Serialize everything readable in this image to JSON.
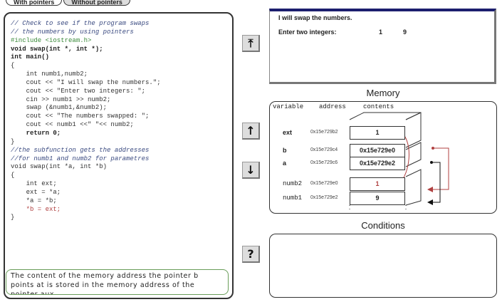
{
  "tabs": [
    {
      "label": "With pointers"
    },
    {
      "label": "Without pointers"
    }
  ],
  "code": [
    {
      "text": "// Check to see if the program swaps",
      "style": "c"
    },
    {
      "text": "// the numbers by using pointers",
      "style": "c"
    },
    {
      "text": "#include <iostream.h>",
      "style": "p"
    },
    {
      "text": "void swap(int *, int *);",
      "style": "b"
    },
    {
      "text": "int main()",
      "style": "b"
    },
    {
      "text": "{",
      "style": ""
    },
    {
      "text": "    int numb1,numb2;",
      "style": ""
    },
    {
      "text": "    cout << \"I will swap the numbers.\";",
      "style": ""
    },
    {
      "text": "    cout << \"Enter two integers: \";",
      "style": ""
    },
    {
      "text": "    cin >> numb1 >> numb2;",
      "style": ""
    },
    {
      "text": "    swap (&numb1,&numb2);",
      "style": ""
    },
    {
      "text": "    cout << \"The numbers swapped: \";",
      "style": ""
    },
    {
      "text": "    cout << numb1 <<\" \"<< numb2;",
      "style": ""
    },
    {
      "text": "    return 0;",
      "style": "b"
    },
    {
      "text": "}",
      "style": ""
    },
    {
      "text": "//the subfunction gets the addresses",
      "style": "c"
    },
    {
      "text": "//for numb1 and numb2 for parametres",
      "style": "c"
    },
    {
      "text": "void swap(int *a, int *b)",
      "style": ""
    },
    {
      "text": "{",
      "style": ""
    },
    {
      "text": "    int ext;",
      "style": ""
    },
    {
      "text": "    ext = *a;",
      "style": ""
    },
    {
      "text": "    *a = *b;",
      "style": ""
    },
    {
      "text": "    *b = ext;",
      "style": "r"
    },
    {
      "text": "}",
      "style": ""
    }
  ],
  "description": "The content of the memory address the pointer b points at is stored in the memory address of the pointer aux.",
  "buttons": {
    "top": "⤒",
    "up": "↑",
    "down": "↓",
    "help": "?"
  },
  "console": {
    "line1": "I will swap the numbers.",
    "line2_label": "Enter two integers:",
    "input1": "1",
    "input2": "9"
  },
  "memory": {
    "title": "Memory",
    "headers": {
      "variable": "variable",
      "address": "address",
      "contents": "contents"
    },
    "rows": [
      {
        "variable": "ext",
        "address": "0x15e729b2",
        "contents": "1"
      },
      {
        "variable": "b",
        "address": "0x15e729c4",
        "contents": "0x15e729e0"
      },
      {
        "variable": "a",
        "address": "0x15e729c6",
        "contents": "0x15e729e2"
      },
      {
        "variable": "numb2",
        "address": "0x15e729e0",
        "contents": "1"
      },
      {
        "variable": "numb1",
        "address": "0x15e729e2",
        "contents": "9"
      }
    ]
  },
  "conditions": {
    "title": "Conditions"
  },
  "colors": {
    "highlight": "#b04040",
    "console_bar": "#1c1e6e",
    "note_border": "#6a9e5a"
  }
}
